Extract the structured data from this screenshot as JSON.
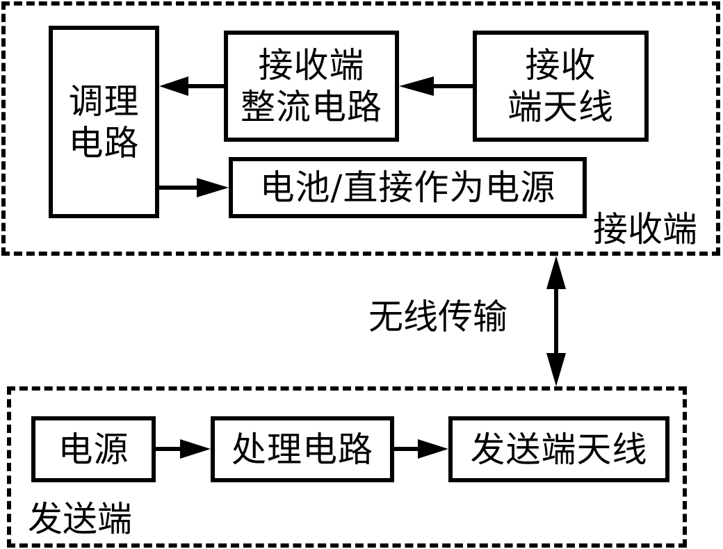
{
  "diagram": {
    "receiver_group": {
      "label": "接收端",
      "blocks": {
        "conditioning": "调理\n电路",
        "rectifier": "接收端\n整流电路",
        "rx_antenna": "接收\n端天线",
        "battery": "电池/直接作为电源"
      }
    },
    "link": {
      "label": "无线传输"
    },
    "transmitter_group": {
      "label": "发送端",
      "blocks": {
        "power": "电源",
        "processing": "处理电路",
        "tx_antenna": "发送端天线"
      }
    },
    "edges": [
      {
        "from": "接收端天线",
        "to": "接收端整流电路"
      },
      {
        "from": "接收端整流电路",
        "to": "调理电路"
      },
      {
        "from": "调理电路",
        "to": "电池/直接作为电源"
      },
      {
        "from": "接收端",
        "to": "发送端",
        "bidirectional": true,
        "label": "无线传输"
      },
      {
        "from": "电源",
        "to": "处理电路"
      },
      {
        "from": "处理电路",
        "to": "发送端天线"
      }
    ]
  }
}
